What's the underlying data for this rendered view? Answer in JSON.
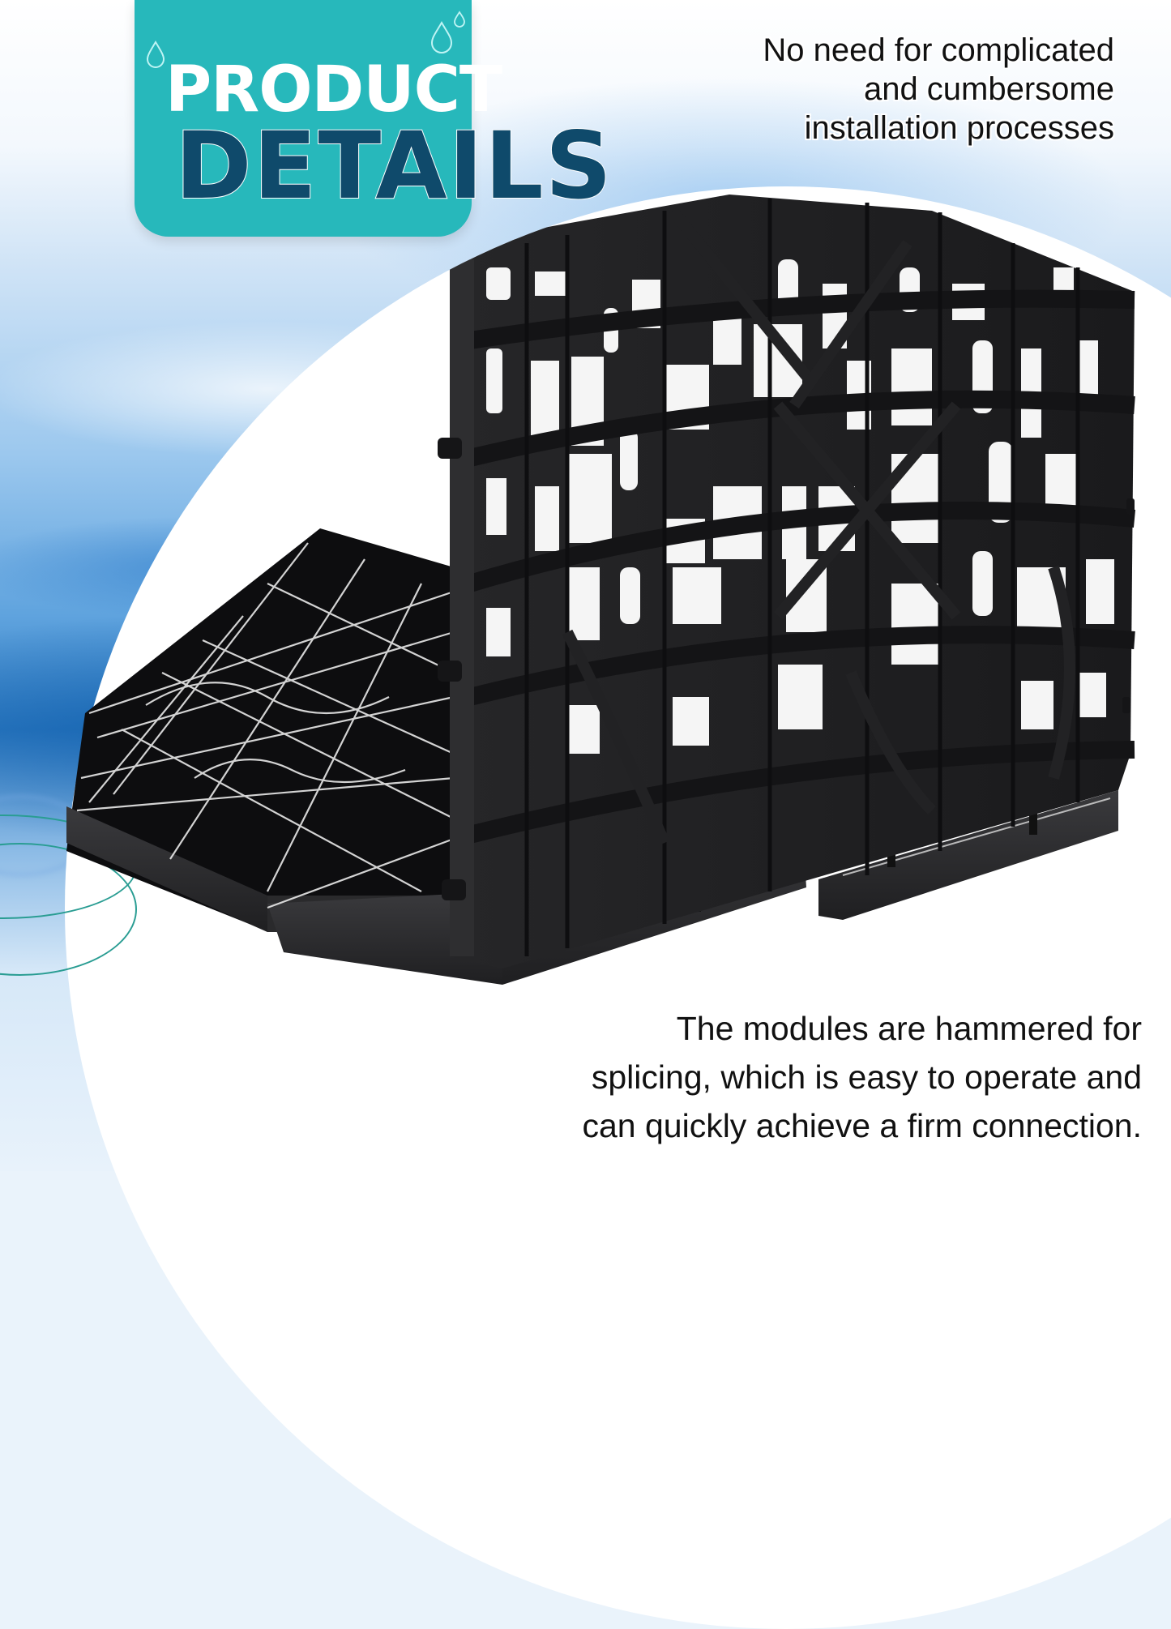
{
  "badge": {
    "line1": "PRODUCT",
    "line2": "DETAILS",
    "color": "#27b8bb",
    "line2_color": "#0f4a6b",
    "icons": [
      "water-drop-icon",
      "water-drop-icon",
      "water-drop-icon"
    ]
  },
  "callout_top": {
    "lines": [
      "No need for complicated",
      "and cumbersome",
      "installation processes"
    ]
  },
  "callout_bottom": {
    "lines": [
      "The modules are hammered for",
      "splicing, which is easy to operate and",
      "can quickly achieve a firm connection."
    ]
  },
  "product_image": {
    "subject": "black plastic drainage modules spliced together",
    "color": "#1c1c1e"
  },
  "colors": {
    "water_blue": "#2d79c0",
    "ring_teal": "#2a9d93",
    "background_white": "#ffffff"
  }
}
